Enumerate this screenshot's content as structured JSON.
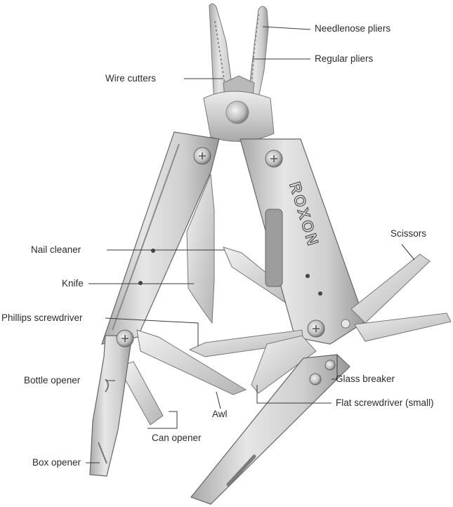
{
  "brand": "ROXON",
  "labels": {
    "needlenose_pliers": "Needlenose pliers",
    "regular_pliers": "Regular pliers",
    "wire_cutters": "Wire cutters",
    "scissors": "Scissors",
    "nail_cleaner": "Nail cleaner",
    "knife": "Knife",
    "phillips_screwdriver": "Phillips screwdriver",
    "bottle_opener": "Bottle opener",
    "glass_breaker": "Glass breaker",
    "flat_screwdriver_small": "Flat screwdriver (small)",
    "awl": "Awl",
    "can_opener": "Can opener",
    "box_opener": "Box opener"
  },
  "colors": {
    "steel_light": "#e4e4e4",
    "steel_mid": "#c7c7c7",
    "steel_dark": "#8e8e8e",
    "leader_line": "#3a3a3a",
    "text": "#2b2b2b"
  }
}
